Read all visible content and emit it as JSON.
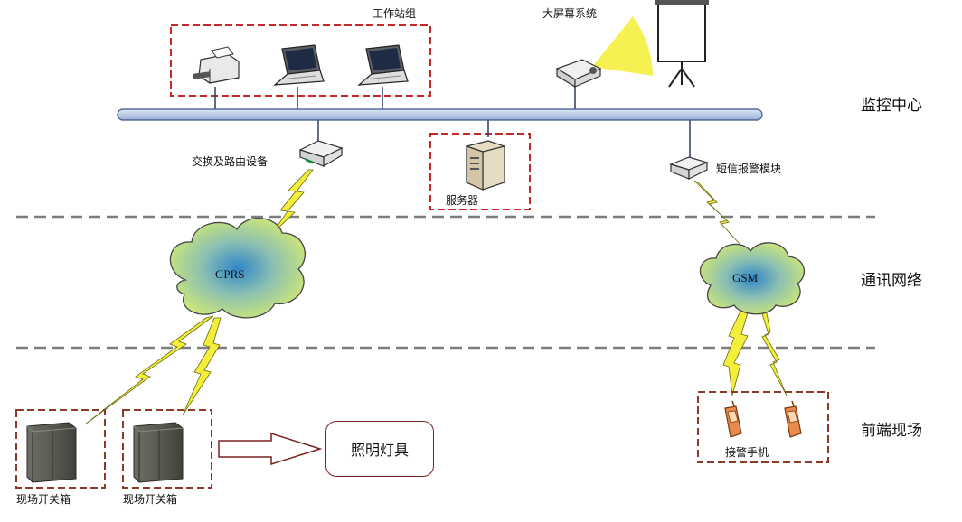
{
  "zones": {
    "monitor_center": "监控中心",
    "network": "通讯网络",
    "field": "前端现场"
  },
  "labels": {
    "workstations": "工作站组",
    "big_screen": "大屏幕系统",
    "switch_router": "交换及路由设备",
    "server": "服务器",
    "sms_module": "短信报警模块",
    "gprs": "GPRS",
    "gsm": "GSM",
    "cabinet_1": "现场开关箱",
    "cabinet_2": "现场开关箱",
    "lights": "照明灯具",
    "phones": "接警手机"
  },
  "colors": {
    "dashed_box": "#c62828",
    "dark_dashed_box": "#8b3a2a",
    "bus": "#b7c8e6",
    "cloud_fill": "#d6ec6a",
    "cloud_shade": "#2f86c8",
    "lightning": "#f2ee3a"
  },
  "icons": [
    "printer-icon",
    "laptop-icon",
    "projector-icon",
    "projection-screen-icon",
    "router-icon",
    "server-icon",
    "sms-module-icon",
    "cloud-icon",
    "cabinet-icon",
    "mobile-phone-icon",
    "arrow-icon",
    "lightning-icon"
  ]
}
